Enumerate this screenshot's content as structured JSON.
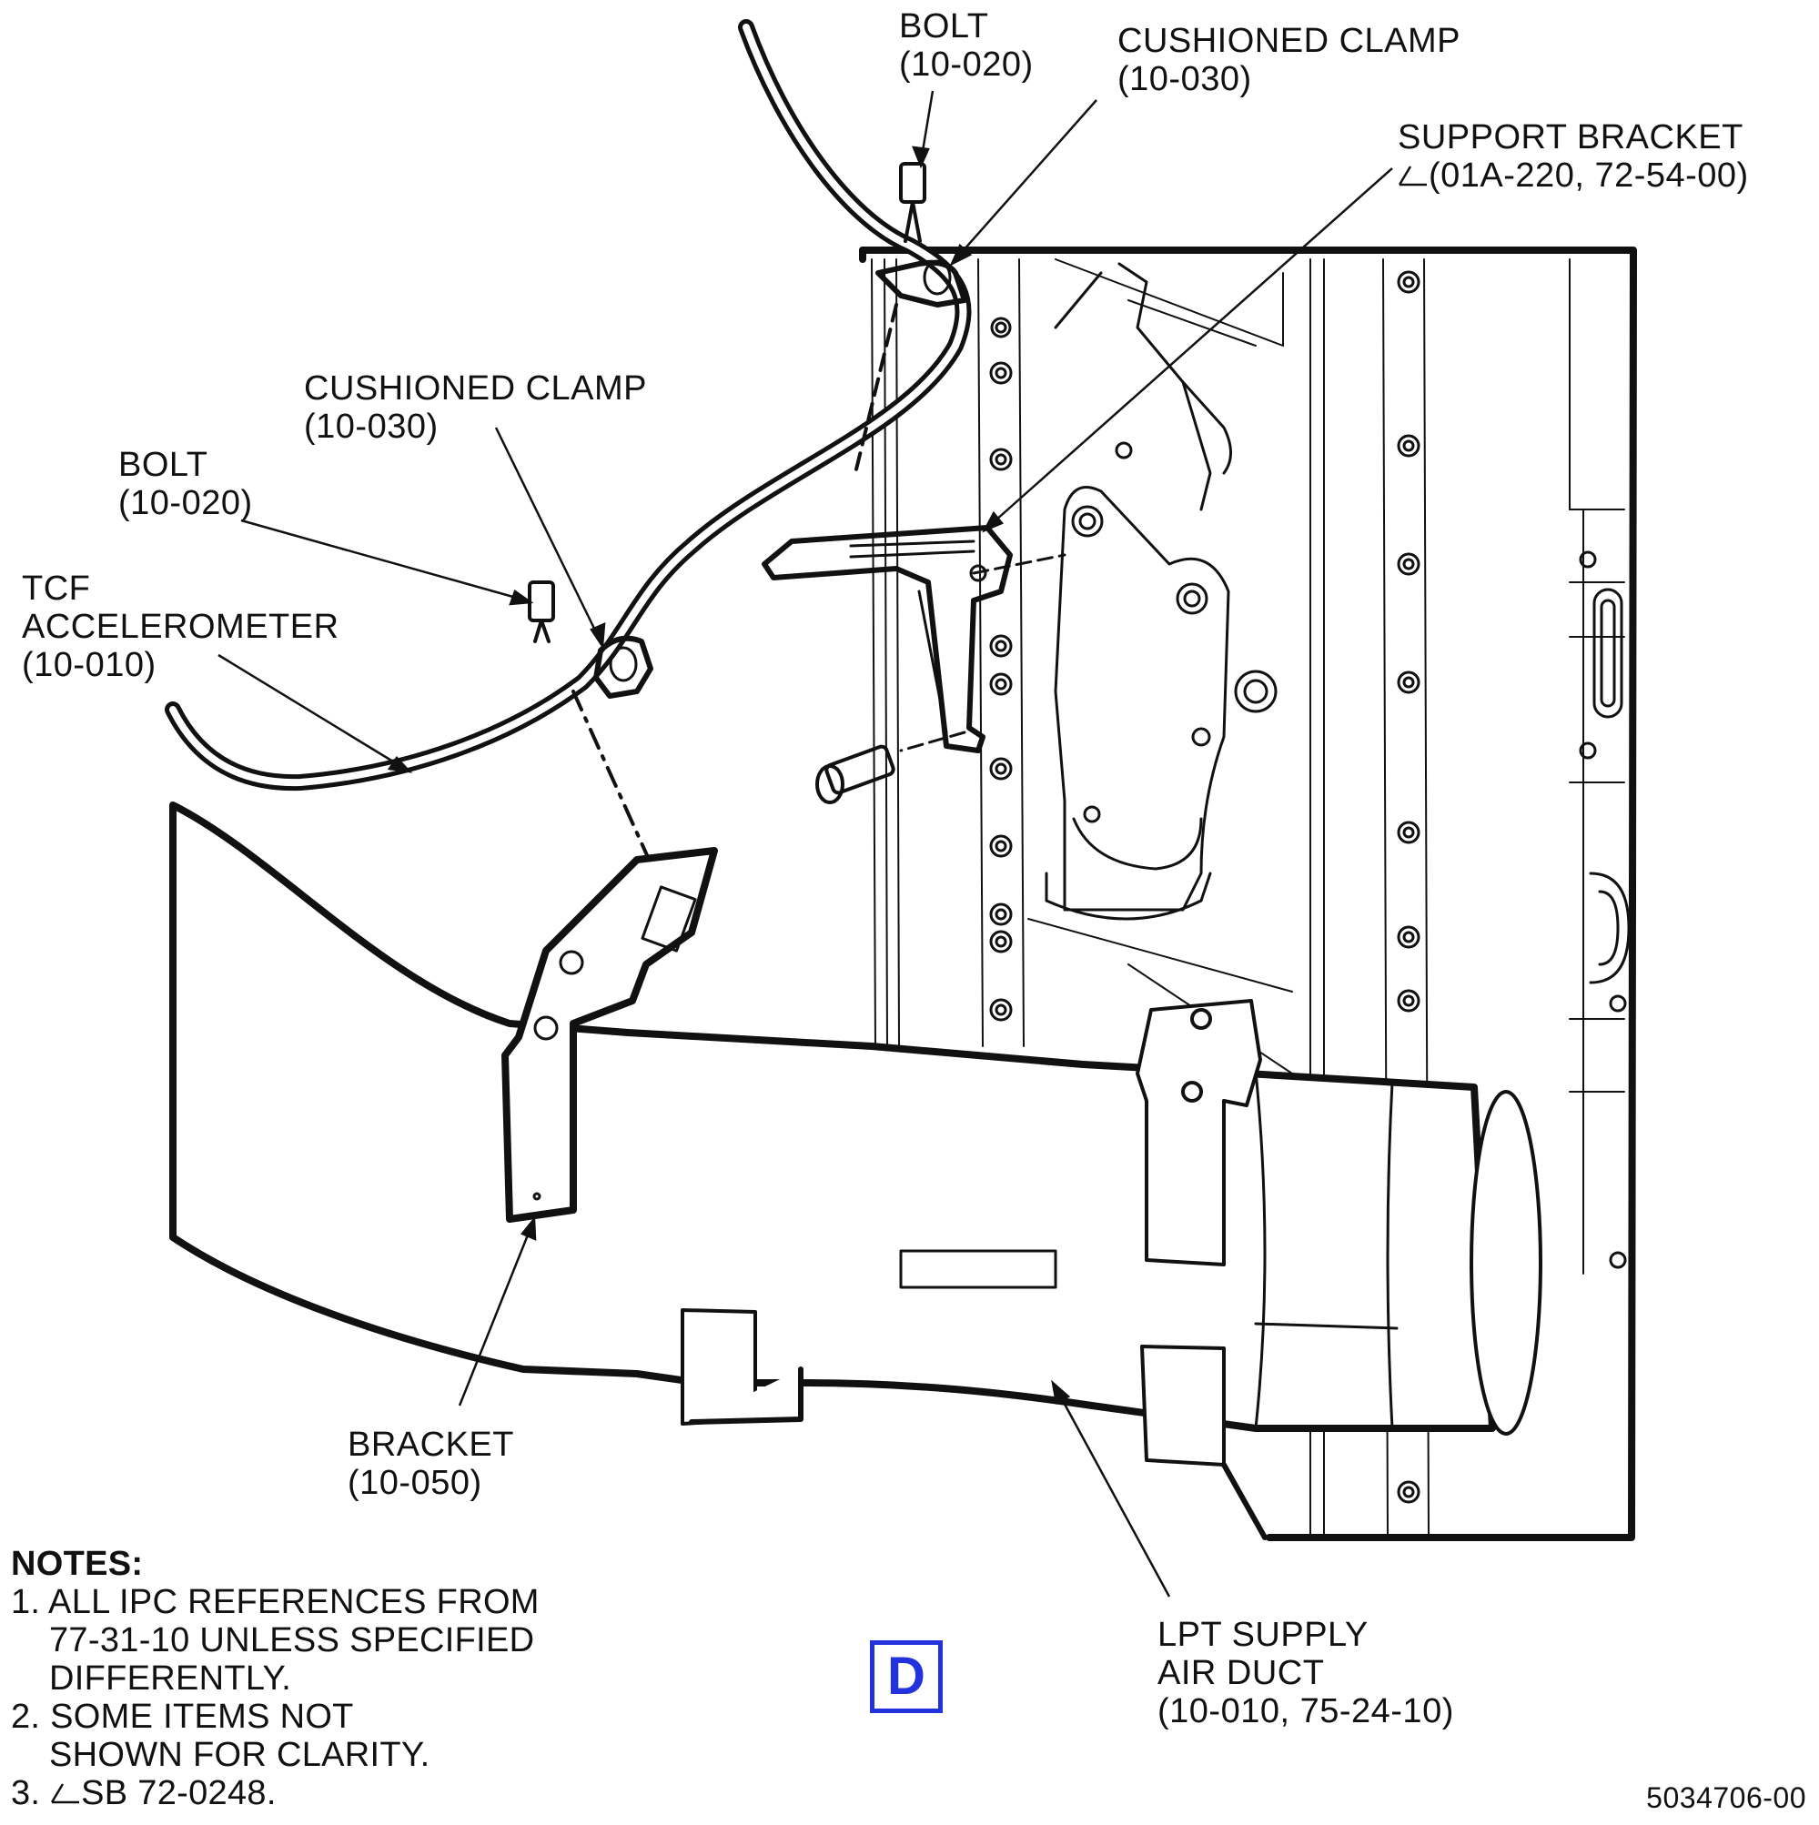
{
  "callouts": {
    "bolt_top": {
      "line1": "BOLT",
      "line2": "(10-020)"
    },
    "clamp_top": {
      "line1": "CUSHIONED CLAMP",
      "line2": "(10-030)"
    },
    "support_bracket": {
      "line1": "SUPPORT BRACKET",
      "line2": "(01A-220, 72-54-00)"
    },
    "clamp_left": {
      "line1": "CUSHIONED CLAMP",
      "line2": "(10-030)"
    },
    "bolt_left": {
      "line1": "BOLT",
      "line2": "(10-020)"
    },
    "accelerometer": {
      "line1": "TCF",
      "line2": "ACCELEROMETER",
      "line3": "(10-010)"
    },
    "bracket": {
      "line1": "BRACKET",
      "line2": "(10-050)"
    },
    "duct": {
      "line1": "LPT SUPPLY",
      "line2": "AIR DUCT",
      "line3": "(10-010, 75-24-10)"
    }
  },
  "notes": {
    "heading": "NOTES:",
    "items": [
      {
        "line1": "1. ALL IPC REFERENCES FROM",
        "line2": "77-31-10 UNLESS SPECIFIED",
        "line3": "DIFFERENTLY."
      },
      {
        "line1": "2. SOME ITEMS NOT",
        "line2": "SHOWN FOR CLARITY."
      },
      {
        "line1": "3. ",
        "line2": "SB 72-0248."
      }
    ]
  },
  "view_label": "D",
  "figure_number": "5034706-00",
  "colors": {
    "line": "#111111",
    "view_label": "#2233dd"
  }
}
